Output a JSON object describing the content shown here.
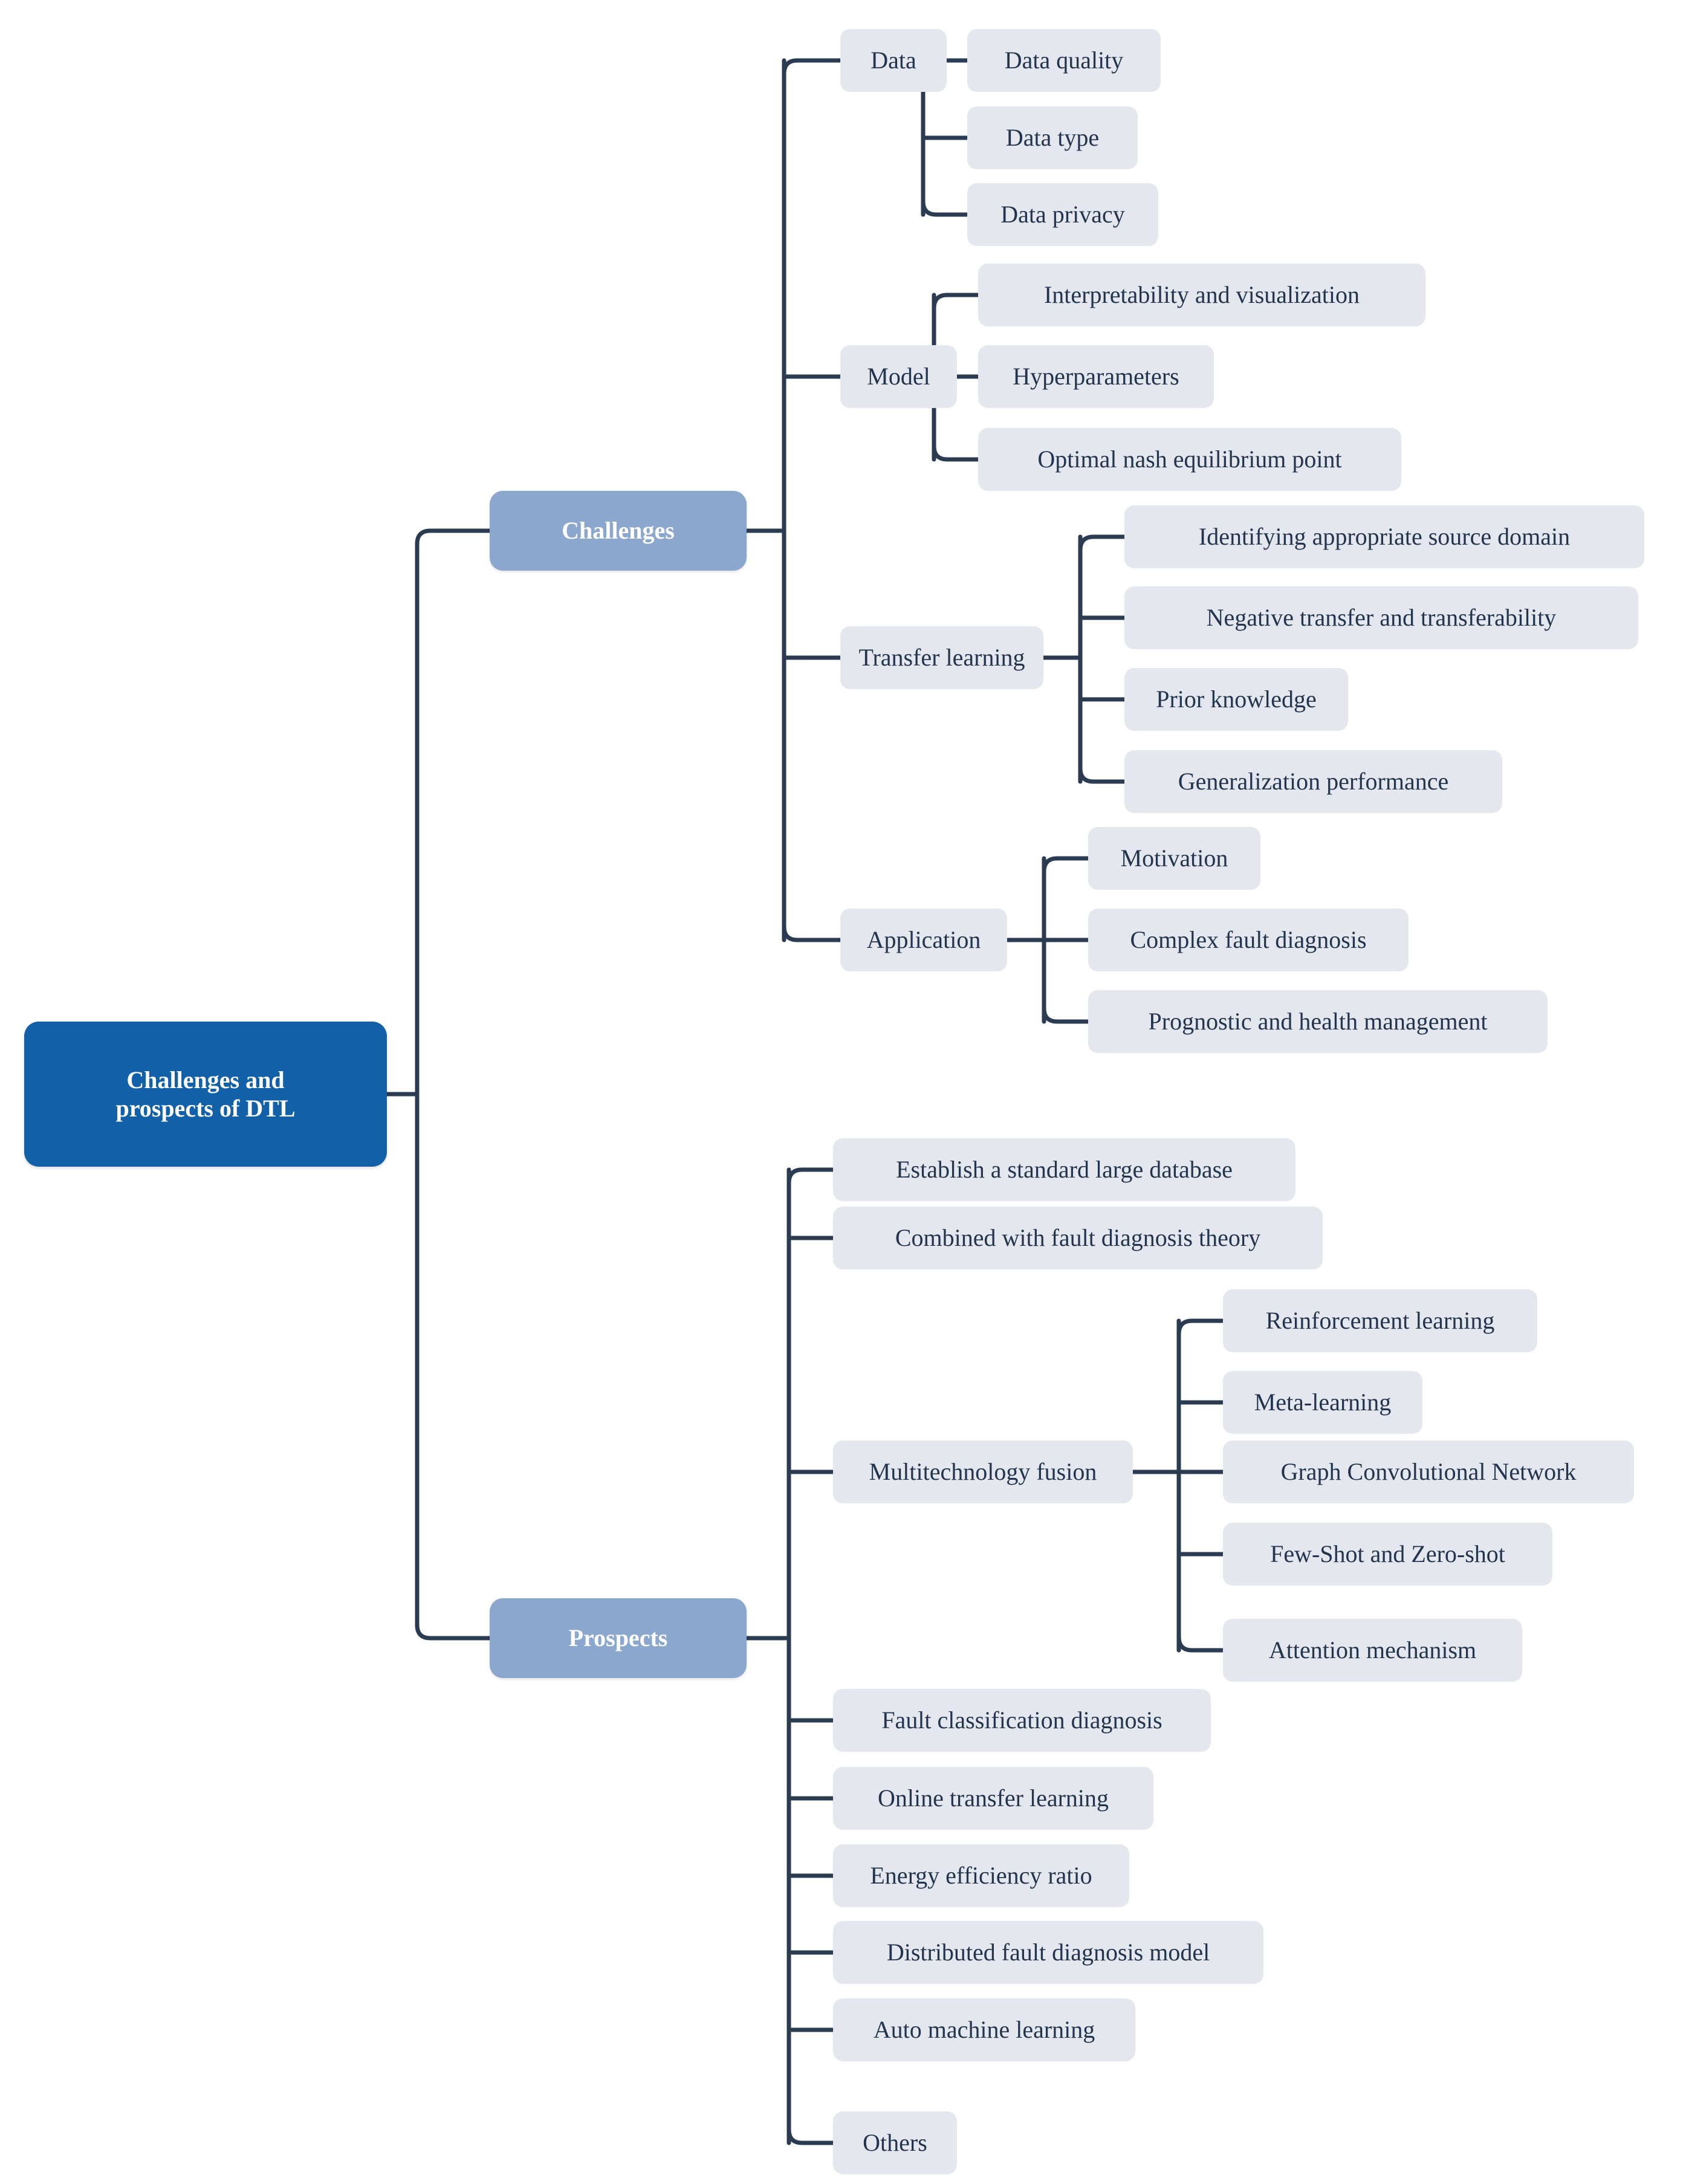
{
  "diagram": {
    "type": "mind-map",
    "orientation": "left-to-right",
    "colors": {
      "root_fill": "#1260a8",
      "root_text": "#ffffff",
      "branch_fill": "#8ca7ce",
      "branch_text": "#ffffff",
      "leaf_fill": "#e4e8ee",
      "leaf_text": "#23354e",
      "connector": "#2b3b52",
      "background": "#ffffff"
    },
    "root": {
      "label": "Challenges and prospects of DTL",
      "line1": "Challenges and",
      "line2": "prospects of DTL"
    },
    "branches": [
      {
        "label": "Challenges",
        "children": [
          {
            "label": "Data",
            "children": [
              {
                "label": "Data quality"
              },
              {
                "label": "Data type"
              },
              {
                "label": "Data privacy"
              }
            ]
          },
          {
            "label": "Model",
            "children": [
              {
                "label": "Interpretability and visualization"
              },
              {
                "label": "Hyperparameters"
              },
              {
                "label": "Optimal nash equilibrium point"
              }
            ]
          },
          {
            "label": "Transfer learning",
            "children": [
              {
                "label": "Identifying appropriate source domain"
              },
              {
                "label": "Negative transfer and transferability"
              },
              {
                "label": "Prior knowledge"
              },
              {
                "label": "Generalization performance"
              }
            ]
          },
          {
            "label": "Application",
            "children": [
              {
                "label": "Motivation"
              },
              {
                "label": "Complex fault diagnosis"
              },
              {
                "label": "Prognostic and health management"
              }
            ]
          }
        ]
      },
      {
        "label": "Prospects",
        "children": [
          {
            "label": "Establish a standard large database",
            "children": []
          },
          {
            "label": "Combined with fault diagnosis theory",
            "children": []
          },
          {
            "label": "Multitechnology fusion",
            "children": [
              {
                "label": "Reinforcement learning"
              },
              {
                "label": "Meta-learning"
              },
              {
                "label": "Graph Convolutional Network"
              },
              {
                "label": "Few-Shot and Zero-shot"
              },
              {
                "label": "Attention mechanism"
              }
            ]
          },
          {
            "label": "Fault classification diagnosis",
            "children": []
          },
          {
            "label": "Online transfer learning",
            "children": []
          },
          {
            "label": "Energy efficiency ratio",
            "children": []
          },
          {
            "label": "Distributed fault diagnosis model",
            "children": []
          },
          {
            "label": "Auto machine learning",
            "children": []
          },
          {
            "label": "Others",
            "children": []
          }
        ]
      }
    ]
  }
}
